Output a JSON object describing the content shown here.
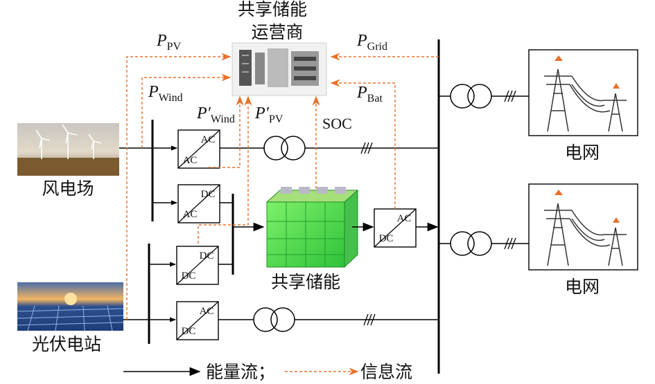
{
  "labels": {
    "operator_line1": "共享储能",
    "operator_line2": "运营商",
    "wind_farm": "风电场",
    "pv_station": "光伏电站",
    "storage": "共享储能",
    "grid_top": "电网",
    "grid_bottom": "电网",
    "soc": "SOC"
  },
  "signals": {
    "p_pv": {
      "main": "P",
      "sub": "PV"
    },
    "p_wind": {
      "main": "P",
      "sub": "Wind"
    },
    "p_grid": {
      "main": "P",
      "sub": "Grid"
    },
    "p_bat": {
      "main": "P",
      "sub": "Bat"
    },
    "p_wind_prime": {
      "main": "P′",
      "sub": "Wind"
    },
    "p_pv_prime": {
      "main": "P′",
      "sub": "PV"
    }
  },
  "converters": {
    "wind_acac": {
      "top": "AC",
      "bottom": "AC"
    },
    "wind_acdc": {
      "top": "DC",
      "bottom": "AC"
    },
    "pv_dcdc": {
      "top": "DC",
      "bottom": "DC"
    },
    "pv_dcac": {
      "top": "AC",
      "bottom": "DC"
    },
    "storage_dcac": {
      "top": "AC",
      "bottom": "DC"
    }
  },
  "legend": {
    "energy_flow": "能量流；",
    "info_flow": "信息流"
  },
  "colors": {
    "info_flow": "#e8702a",
    "energy_flow": "#000000"
  },
  "icons": [
    "wind-farm-photo",
    "pv-station-photo",
    "operator-server-icon",
    "battery-storage-icon",
    "transmission-tower-icon",
    "transformer-icon"
  ]
}
